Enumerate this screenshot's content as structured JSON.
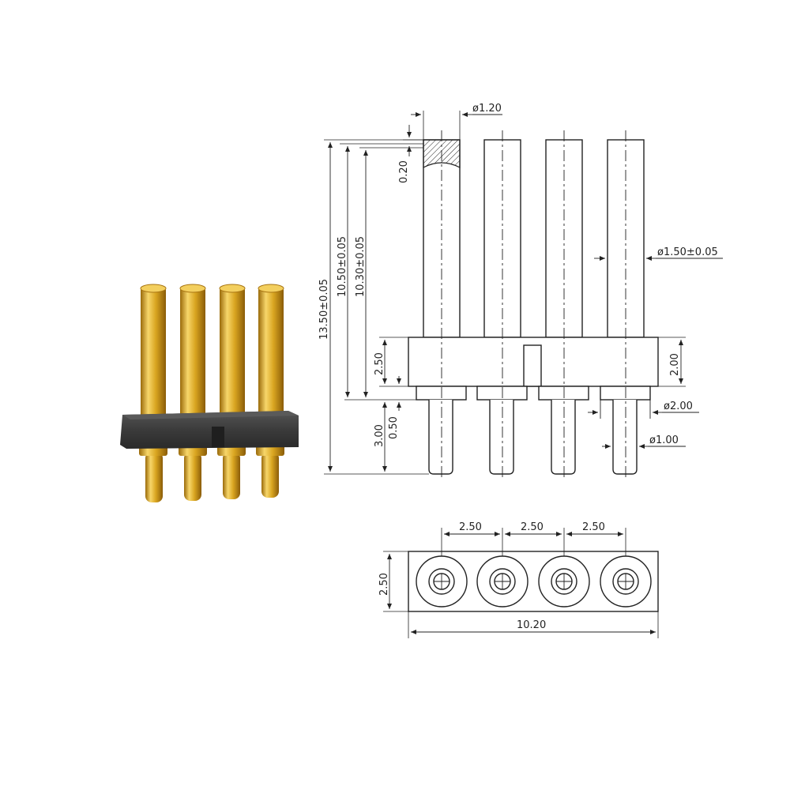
{
  "dimensions": {
    "tip_diameter": "ø1.20",
    "tip_height": "0.20",
    "total_height": "13.50±0.05",
    "upper_height": "10.50±0.05",
    "plunger_height": "10.30±0.05",
    "body_thickness": "2.50",
    "tail_length": "3.00",
    "shoulder_height": "0.50",
    "plunger_diameter": "ø1.50±0.05",
    "body_height_right": "2.00",
    "shoulder_diameter": "ø2.00",
    "tail_diameter": "ø1.00",
    "pitch_1": "2.50",
    "pitch_2": "2.50",
    "pitch_3": "2.50",
    "body_width_side": "2.50",
    "overall_length": "10.20"
  },
  "colors": {
    "gold": "#d9a520",
    "gold_light": "#f7d66a",
    "gold_dark": "#9a6a0a",
    "housing": "#3b3b3b",
    "line": "#222222"
  }
}
